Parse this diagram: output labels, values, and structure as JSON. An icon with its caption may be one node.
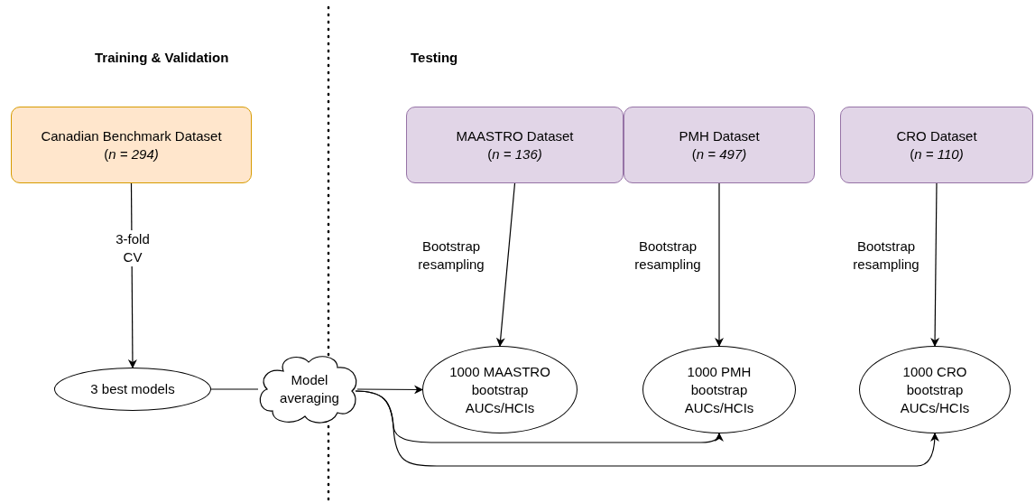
{
  "diagram": {
    "nodes": [
      {
        "text": [
          "Canadian Benchmark Dataset",
          "(*n = 294)*"
        ]
      },
      {
        "text": [
          "MAASTRO Dataset",
          "(*n = 136)*"
        ]
      },
      {
        "text": [
          "PMH Dataset",
          "(*n = 497)*"
        ]
      },
      {
        "text": [
          "CRO Dataset",
          "(*n = 110)*"
        ]
      },
      {
        "text": [
          "3 best models"
        ]
      },
      {
        "text": [
          "Model averaging"
        ]
      },
      {
        "text": [
          "1000 MAASTRO bootstrap AUCs/HCIs"
        ]
      },
      {
        "text": [
          "1000 PMH bootstrap AUCs/HCIs"
        ]
      },
      {
        "text": [
          "1000 CRO bootstrap AUCs/HCIs"
        ]
      }
    ],
    "edges": [
      {
        "from": 0,
        "to": 4,
        "arrow": "to",
        "label": "3-fold CV"
      },
      {
        "from": 1,
        "to": 6,
        "arrow": "to",
        "label": "Bootstrap resampling"
      },
      {
        "from": 2,
        "to": 7,
        "arrow": "to",
        "label": "Bootstrap resampling"
      },
      {
        "from": 3,
        "to": 8,
        "arrow": "to",
        "label": "Bootstrap resampling"
      },
      {
        "from": 4,
        "to": 5,
        "arrow": "none"
      },
      {
        "from": 5,
        "to": 6,
        "arrow": "to"
      },
      {
        "from": 5,
        "to": 7,
        "arrow": "to"
      },
      {
        "from": 5,
        "to": 8,
        "arrow": "to"
      }
    ],
    "labels": [
      "Training & Validation",
      "Testing"
    ]
  }
}
